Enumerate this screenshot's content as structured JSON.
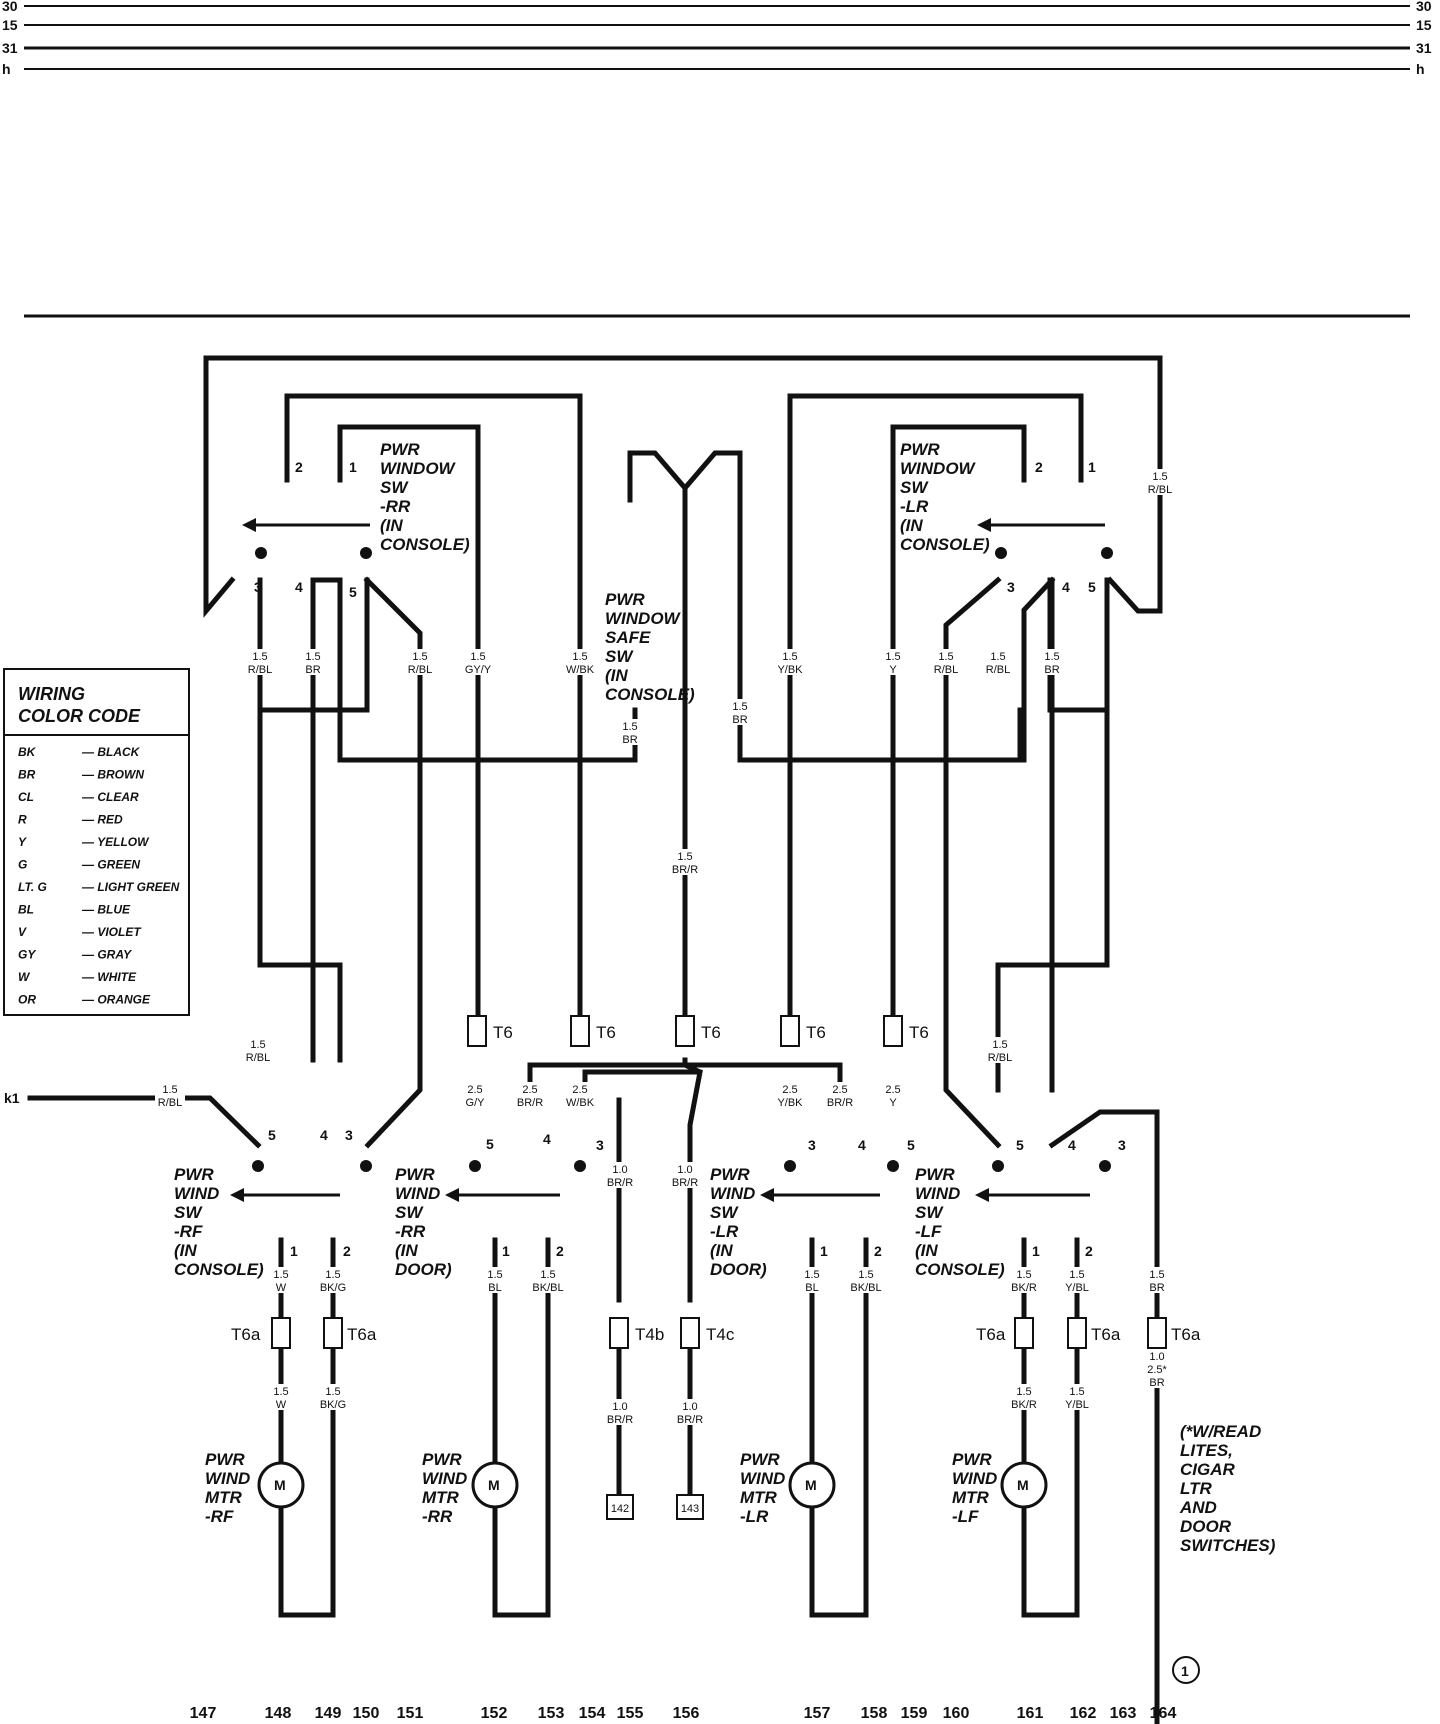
{
  "bus": {
    "left": [
      "30",
      "15",
      "31",
      "h"
    ],
    "right": [
      "30",
      "15",
      "31",
      "h"
    ]
  },
  "legend": {
    "title": [
      "WIRING",
      "COLOR CODE"
    ],
    "entries": [
      {
        "code": "BK",
        "name": "BLACK"
      },
      {
        "code": "BR",
        "name": "BROWN"
      },
      {
        "code": "CL",
        "name": "CLEAR"
      },
      {
        "code": "R",
        "name": "RED"
      },
      {
        "code": "Y",
        "name": "YELLOW"
      },
      {
        "code": "G",
        "name": "GREEN"
      },
      {
        "code": "LT. G",
        "name": "LIGHT GREEN"
      },
      {
        "code": "BL",
        "name": "BLUE"
      },
      {
        "code": "V",
        "name": "VIOLET"
      },
      {
        "code": "GY",
        "name": "GRAY"
      },
      {
        "code": "W",
        "name": "WHITE"
      },
      {
        "code": "OR",
        "name": "ORANGE"
      }
    ]
  },
  "components": {
    "sw_rr_console": [
      "PWR",
      "WINDOW",
      "SW",
      "-RR",
      "(IN",
      "CONSOLE)"
    ],
    "sw_lr_console": [
      "PWR",
      "WINDOW",
      "SW",
      "-LR",
      "(IN",
      "CONSOLE)"
    ],
    "safe_sw": [
      "PWR",
      "WINDOW",
      "SAFE",
      "SW",
      "(IN",
      "CONSOLE)"
    ],
    "sw_rf": [
      "PWR",
      "WIND",
      "SW",
      "-RF",
      "(IN",
      "CONSOLE)"
    ],
    "sw_rr_door": [
      "PWR",
      "WIND",
      "SW",
      "-RR",
      "(IN",
      "DOOR)"
    ],
    "sw_lr_door": [
      "PWR",
      "WIND",
      "SW",
      "-LR",
      "(IN",
      "DOOR)"
    ],
    "sw_lf": [
      "PWR",
      "WIND",
      "SW",
      "-LF",
      "(IN",
      "CONSOLE)"
    ],
    "mtr_rf": [
      "PWR",
      "WIND",
      "MTR",
      "-RF"
    ],
    "mtr_rr": [
      "PWR",
      "WIND",
      "MTR",
      "-RR"
    ],
    "mtr_lr": [
      "PWR",
      "WIND",
      "MTR",
      "-LR"
    ],
    "mtr_lf": [
      "PWR",
      "WIND",
      "MTR",
      "-LF"
    ],
    "note": [
      "(*W/READ",
      "LITES,",
      "CIGAR",
      "LTR",
      "AND",
      "DOOR",
      "SWITCHES)"
    ]
  },
  "motor_symbol": "M",
  "ground_symbol": "1",
  "k1_label": "k1",
  "connectors": {
    "t6": "T6",
    "t6a": "T6a",
    "t4b": "T4b",
    "t4c": "T4c",
    "ref_142": "142",
    "ref_143": "143"
  },
  "pins": {
    "rr_c_2": "2",
    "rr_c_1": "1",
    "rr_c_3": "3",
    "rr_c_4": "4",
    "rr_c_5": "5",
    "lr_c_2": "2",
    "lr_c_1": "1",
    "lr_c_3": "3",
    "lr_c_4": "4",
    "lr_c_5": "5",
    "rf_5": "5",
    "rf_4": "4",
    "rf_3": "3",
    "rf_1": "1",
    "rf_2": "2",
    "rrd_5": "5",
    "rrd_4": "4",
    "rrd_3": "3",
    "rrd_1": "1",
    "rrd_2": "2",
    "lrd_3": "3",
    "lrd_4": "4",
    "lrd_5": "5",
    "lrd_1": "1",
    "lrd_2": "2",
    "lf_5": "5",
    "lf_4": "4",
    "lf_3": "3",
    "lf_1": "1",
    "lf_2": "2"
  },
  "wires": {
    "w1": [
      "1.5",
      "R/BL"
    ],
    "w2": [
      "1.5",
      "BR"
    ],
    "w3": [
      "1.5",
      "R/BL"
    ],
    "w4": [
      "1.5",
      "GY/Y"
    ],
    "w5": [
      "1.5",
      "W/BK"
    ],
    "w6": [
      "1.5",
      "BR"
    ],
    "w7": [
      "1.5",
      "BR/R"
    ],
    "w8": [
      "1.5",
      "BR"
    ],
    "w9": [
      "1.5",
      "Y/BK"
    ],
    "w10": [
      "1.5",
      "Y"
    ],
    "w11": [
      "1.5",
      "R/BL"
    ],
    "w12": [
      "1.5",
      "R/BL"
    ],
    "w13": [
      "1.5",
      "BR"
    ],
    "w14": [
      "1.5",
      "R/BL"
    ],
    "w15": [
      "1.5",
      "R/BL"
    ],
    "w16": [
      "1.5",
      "R/BL"
    ],
    "w17": [
      "2.5",
      "G/Y"
    ],
    "w18": [
      "2.5",
      "BR/R"
    ],
    "w19": [
      "2.5",
      "W/BK"
    ],
    "w20": [
      "2.5",
      "Y/BK"
    ],
    "w21": [
      "2.5",
      "BR/R"
    ],
    "w22": [
      "2.5",
      "Y"
    ],
    "w23": [
      "1.5",
      "R/BL"
    ],
    "w24": [
      "1.0",
      "BR/R"
    ],
    "w25": [
      "1.0",
      "BR/R"
    ],
    "w26": [
      "1.5",
      "W"
    ],
    "w27": [
      "1.5",
      "BK/G"
    ],
    "w28": [
      "1.5",
      "BL"
    ],
    "w29": [
      "1.5",
      "BK/BL"
    ],
    "w30": [
      "1.5",
      "BL"
    ],
    "w31": [
      "1.5",
      "BK/BL"
    ],
    "w32": [
      "1.5",
      "BK/R"
    ],
    "w33": [
      "1.5",
      "Y/BL"
    ],
    "w34": [
      "1.5",
      "BR"
    ],
    "w35": [
      "1.5",
      "W"
    ],
    "w36": [
      "1.5",
      "BK/G"
    ],
    "w37": [
      "1.0",
      "BR/R"
    ],
    "w38": [
      "1.0",
      "BR/R"
    ],
    "w39": [
      "1.5",
      "BK/R"
    ],
    "w40": [
      "1.5",
      "Y/BL"
    ],
    "w41": [
      "1.0",
      "2.5*",
      "BR"
    ]
  },
  "footer_numbers": [
    "147",
    "148",
    "149",
    "150",
    "151",
    "152",
    "153",
    "154",
    "155",
    "156",
    "157",
    "158",
    "159",
    "160",
    "161",
    "162",
    "163",
    "164"
  ]
}
